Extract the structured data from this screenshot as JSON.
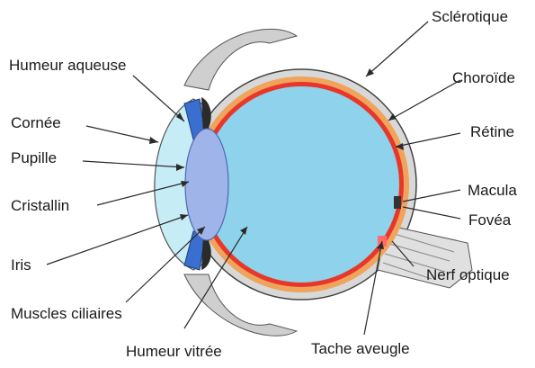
{
  "labels": {
    "humeur_aqueuse": "Humeur aqueuse",
    "cornee": "Cornée",
    "pupille": "Pupille",
    "cristallin": "Cristallin",
    "iris": "Iris",
    "muscles_ciliaires": "Muscles ciliaires",
    "humeur_vitree": "Humeur vitrée",
    "tache_aveugle": "Tache aveugle",
    "nerf_optique": "Nerf optique",
    "fovea": "Fovéa",
    "macula": "Macula",
    "retine": "Rétine",
    "choroide": "Choroïde",
    "sclerotique": "Sclérotique"
  },
  "colors": {
    "vitreous": "#8fd2ec",
    "aqueous": "#c6ecf5",
    "lens": "#9fb4e8",
    "retina": "#e8372a",
    "choroid": "#f0a35a",
    "sclera": "#d8d8d8",
    "outline": "#444444"
  }
}
